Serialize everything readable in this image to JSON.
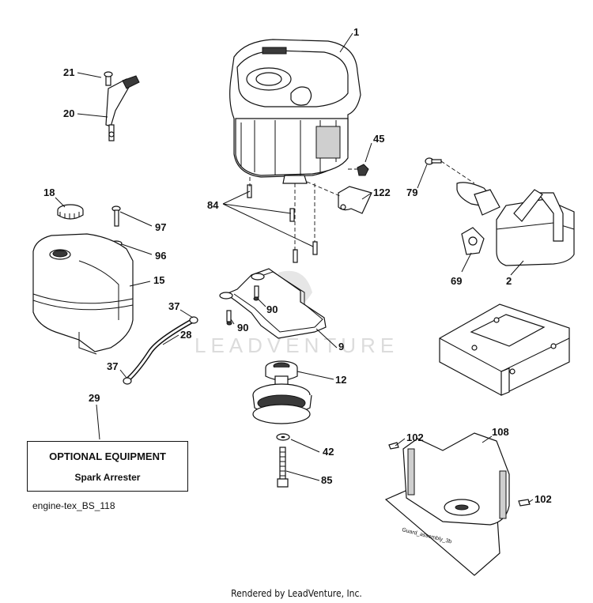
{
  "watermark": "LEADVENTURE",
  "optional_equipment": {
    "title": "OPTIONAL EQUIPMENT",
    "item": "Spark Arrester"
  },
  "diagram_id": "engine-tex_BS_118",
  "render_credit": "Rendered by LeadVenture, Inc.",
  "deck_label": "Guard_assembly_3b",
  "callouts": {
    "c1": "1",
    "c21": "21",
    "c20": "20",
    "c45": "45",
    "c79": "79",
    "c18": "18",
    "c84": "84",
    "c122": "122",
    "c97": "97",
    "c96": "96",
    "c15": "15",
    "c69": "69",
    "c2": "2",
    "c37a": "37",
    "c90a": "90",
    "c90b": "90",
    "c9": "9",
    "c28": "28",
    "c37b": "37",
    "c12": "12",
    "c29": "29",
    "c102a": "102",
    "c108": "108",
    "c42": "42",
    "c85": "85",
    "c102b": "102"
  }
}
